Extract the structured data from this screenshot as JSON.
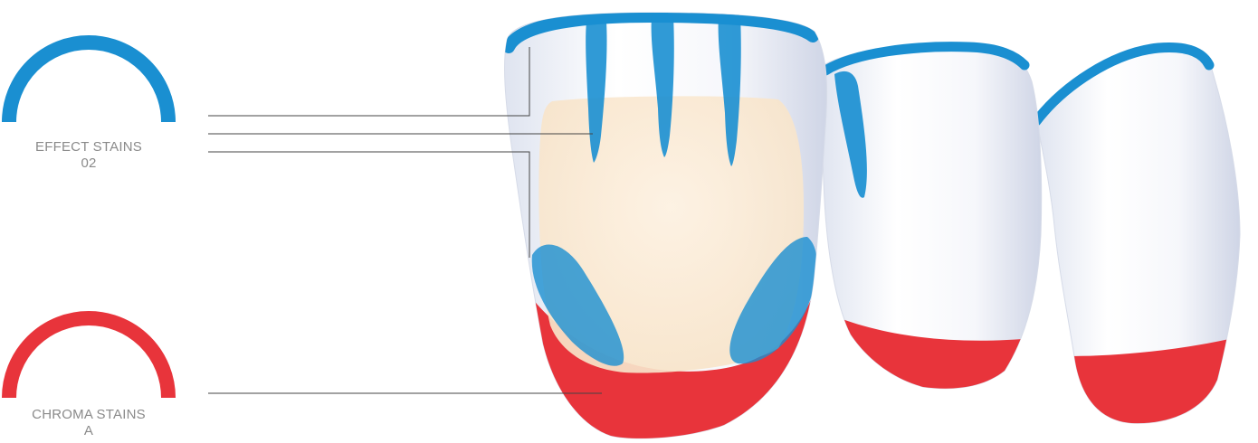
{
  "legend": [
    {
      "id": "effect",
      "line1": "EFFECT STAINS",
      "line2": "02",
      "color": "#1a8fd1"
    },
    {
      "id": "chroma",
      "line1": "CHROMA STAINS",
      "line2": "A",
      "color": "#e8343b"
    }
  ],
  "colors": {
    "blue": "#1a8fd1",
    "red": "#e8343b",
    "core": "#fbe9d2",
    "enamel": "#eef1f8",
    "leader_line": "#444444"
  }
}
